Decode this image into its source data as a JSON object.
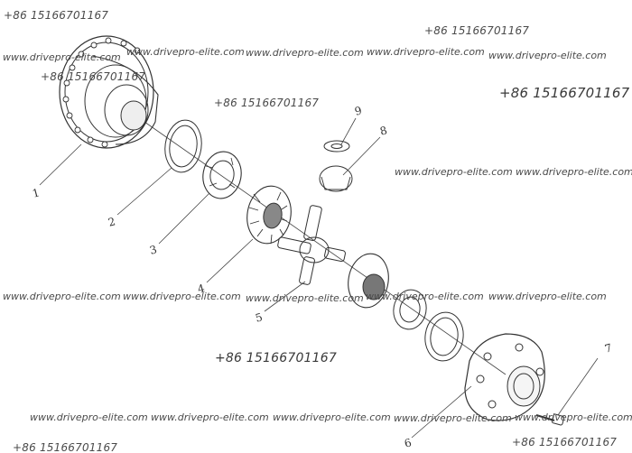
{
  "callouts": [
    {
      "id": 1,
      "label": "1"
    },
    {
      "id": 2,
      "label": "2"
    },
    {
      "id": 3,
      "label": "3"
    },
    {
      "id": 4,
      "label": "4"
    },
    {
      "id": 5,
      "label": "5"
    },
    {
      "id": 6,
      "label": "6"
    },
    {
      "id": 7,
      "label": "7"
    },
    {
      "id": 8,
      "label": "8"
    },
    {
      "id": 9,
      "label": "9"
    }
  ],
  "watermarks": {
    "phone": "+86 15166701167",
    "site": "www.drivepro-elite.com"
  },
  "colors": {
    "line": "#333333",
    "stroke_light": "#777777"
  }
}
